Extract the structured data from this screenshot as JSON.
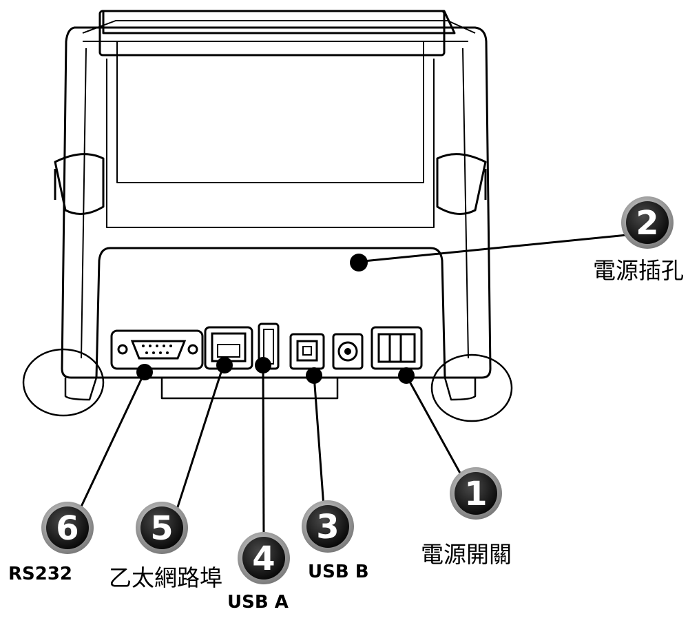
{
  "callouts": [
    {
      "number": "1",
      "label": "電源開關"
    },
    {
      "number": "2",
      "label": "電源插孔"
    },
    {
      "number": "3",
      "label": "USB B"
    },
    {
      "number": "4",
      "label": "USB A"
    },
    {
      "number": "5",
      "label": "乙太網路埠"
    },
    {
      "number": "6",
      "label": "RS232"
    }
  ],
  "colors": {
    "line": "#000000",
    "badge": "#1a1a1a",
    "badge_ring": "#9a9a9a",
    "background": "#ffffff"
  }
}
